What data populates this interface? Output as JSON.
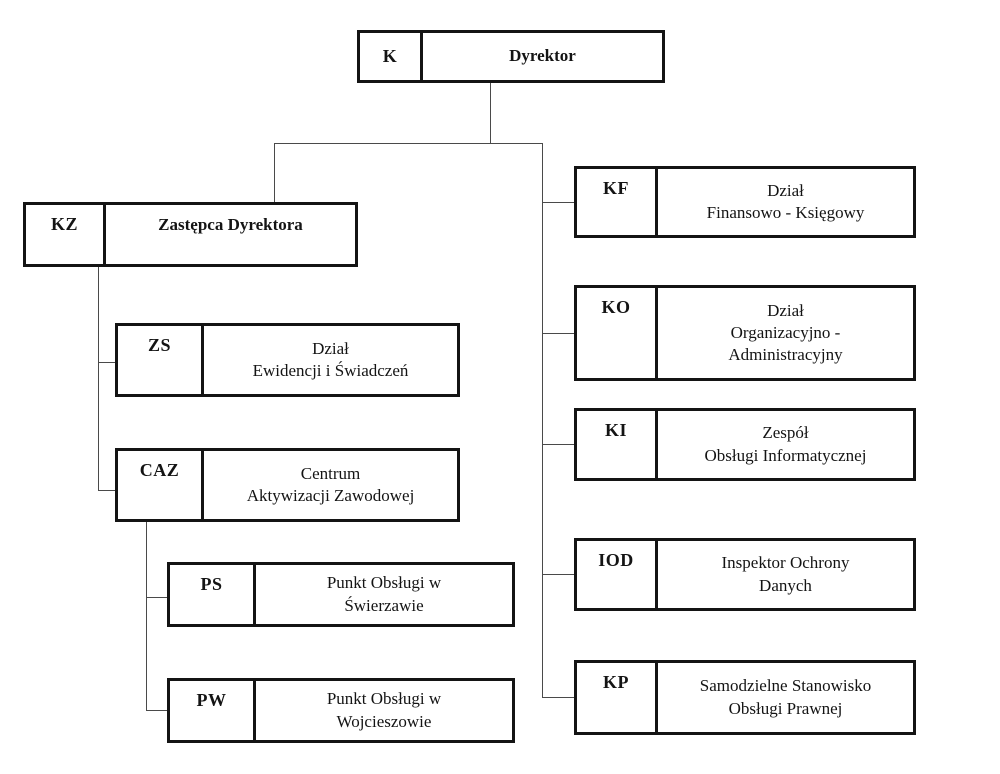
{
  "diagram_type": "org-chart",
  "colors": {
    "border": "#141414",
    "connector": "#4a4a4a",
    "background": "#ffffff"
  },
  "nodes": {
    "K": {
      "code": "K",
      "label": "Dyrektor"
    },
    "KZ": {
      "code": "KZ",
      "label": "Zastępca Dyrektora"
    },
    "ZS": {
      "code": "ZS",
      "label": "Dział\nEwidencji i Świadczeń"
    },
    "CAZ": {
      "code": "CAZ",
      "label": "Centrum\nAktywizacji Zawodowej"
    },
    "PS": {
      "code": "PS",
      "label": "Punkt Obsługi w\nŚwierzawie"
    },
    "PW": {
      "code": "PW",
      "label": "Punkt Obsługi w\nWojcieszowie"
    },
    "KF": {
      "code": "KF",
      "label": "Dział\nFinansowo - Księgowy"
    },
    "KO": {
      "code": "KO",
      "label": "Dział\nOrganizacyjno -\nAdministracyjny"
    },
    "KI": {
      "code": "KI",
      "label": "Zespół\nObsługi Informatycznej"
    },
    "IOD": {
      "code": "IOD",
      "label": "Inspektor Ochrony\nDanych"
    },
    "KP": {
      "code": "KP",
      "label": "Samodzielne Stanowisko\nObsługi Prawnej"
    }
  },
  "hierarchy": {
    "K": [
      "KZ",
      "KF",
      "KO",
      "KI",
      "IOD",
      "KP"
    ],
    "KZ": [
      "ZS",
      "CAZ"
    ],
    "CAZ": [
      "PS",
      "PW"
    ]
  }
}
